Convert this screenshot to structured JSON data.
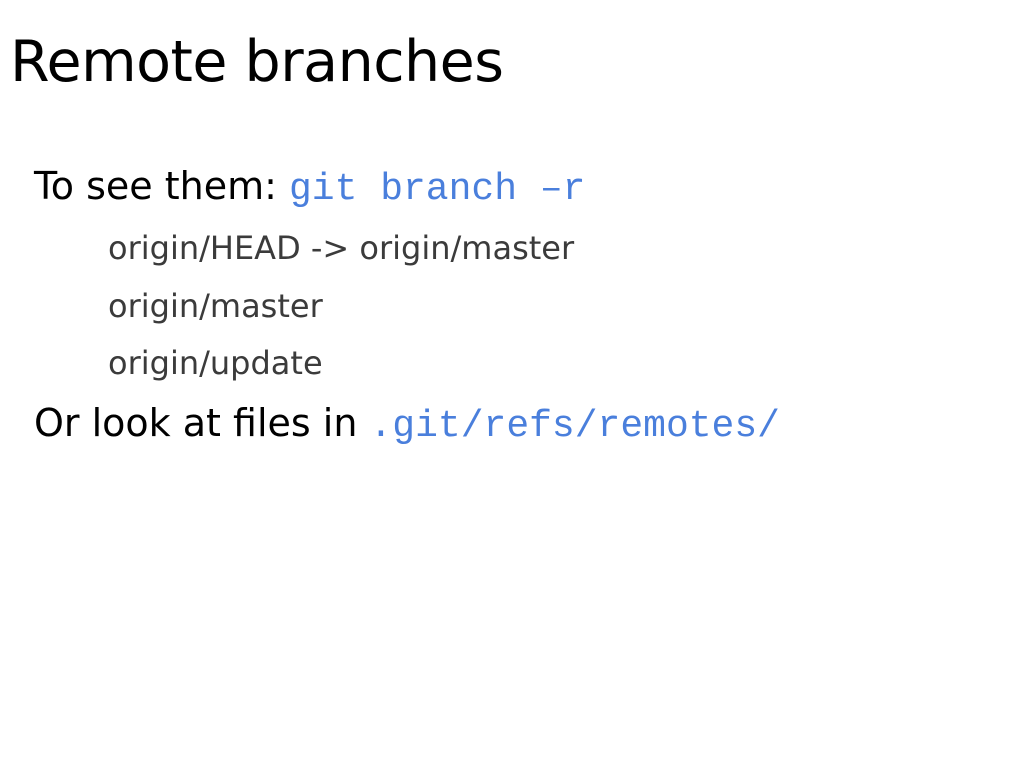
{
  "slide": {
    "title": "Remote branches",
    "bullets": [
      {
        "text": "To see them: ",
        "code": "git branch –r"
      },
      {
        "text": "Or look at files in ",
        "code": ".git/refs/remotes/"
      }
    ],
    "sub_items": [
      "origin/HEAD -> origin/master",
      "origin/master",
      "origin/update"
    ],
    "colors": {
      "code": "#4a7fdc",
      "sub_text": "#3b3b3b",
      "text": "#000000",
      "background": "#ffffff"
    }
  }
}
